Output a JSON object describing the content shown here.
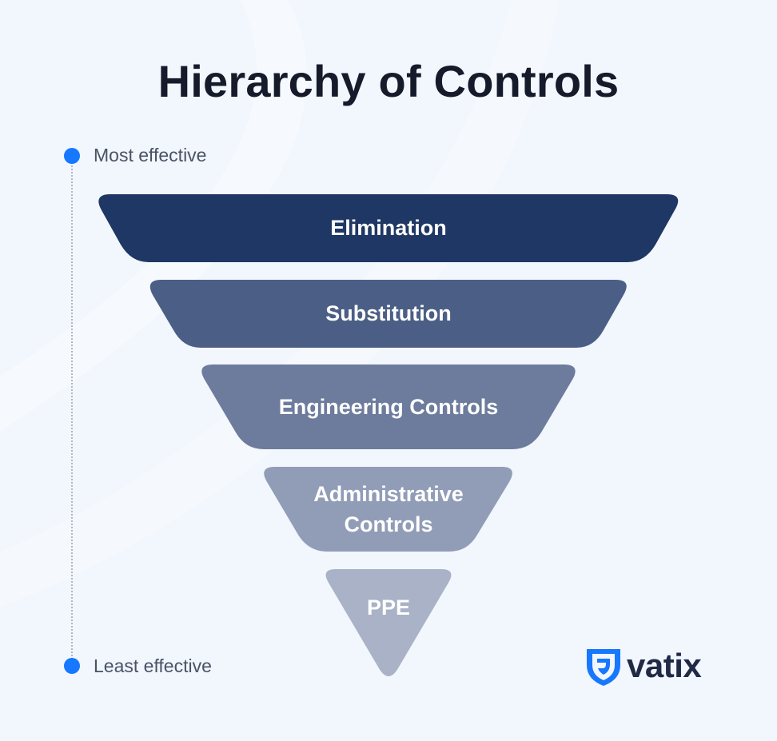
{
  "title": "Hierarchy of Controls",
  "scale": {
    "top_label": "Most effective",
    "bottom_label": "Least effective",
    "dot_color": "#1677ff"
  },
  "levels": [
    {
      "label": "Elimination",
      "color": "#1f3764"
    },
    {
      "label": "Substitution",
      "color": "#4b5f86"
    },
    {
      "label": "Engineering Controls",
      "color": "#6d7b9c"
    },
    {
      "label": "Administrative Controls",
      "color": "#919db7"
    },
    {
      "label": "PPE",
      "color": "#a9b2c6"
    }
  ],
  "brand": {
    "name": "vatix",
    "icon": "shield-icon",
    "color": "#1677ff"
  }
}
